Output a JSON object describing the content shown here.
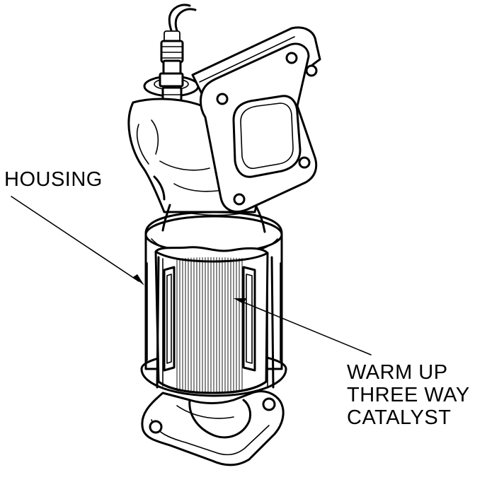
{
  "diagram": {
    "labels": {
      "housing": "HOUSING",
      "catalyst_line1": "WARM UP",
      "catalyst_line2": "THREE WAY",
      "catalyst_line3": "CATALYST"
    },
    "colors": {
      "ink": "#000000",
      "background": "#ffffff"
    }
  }
}
